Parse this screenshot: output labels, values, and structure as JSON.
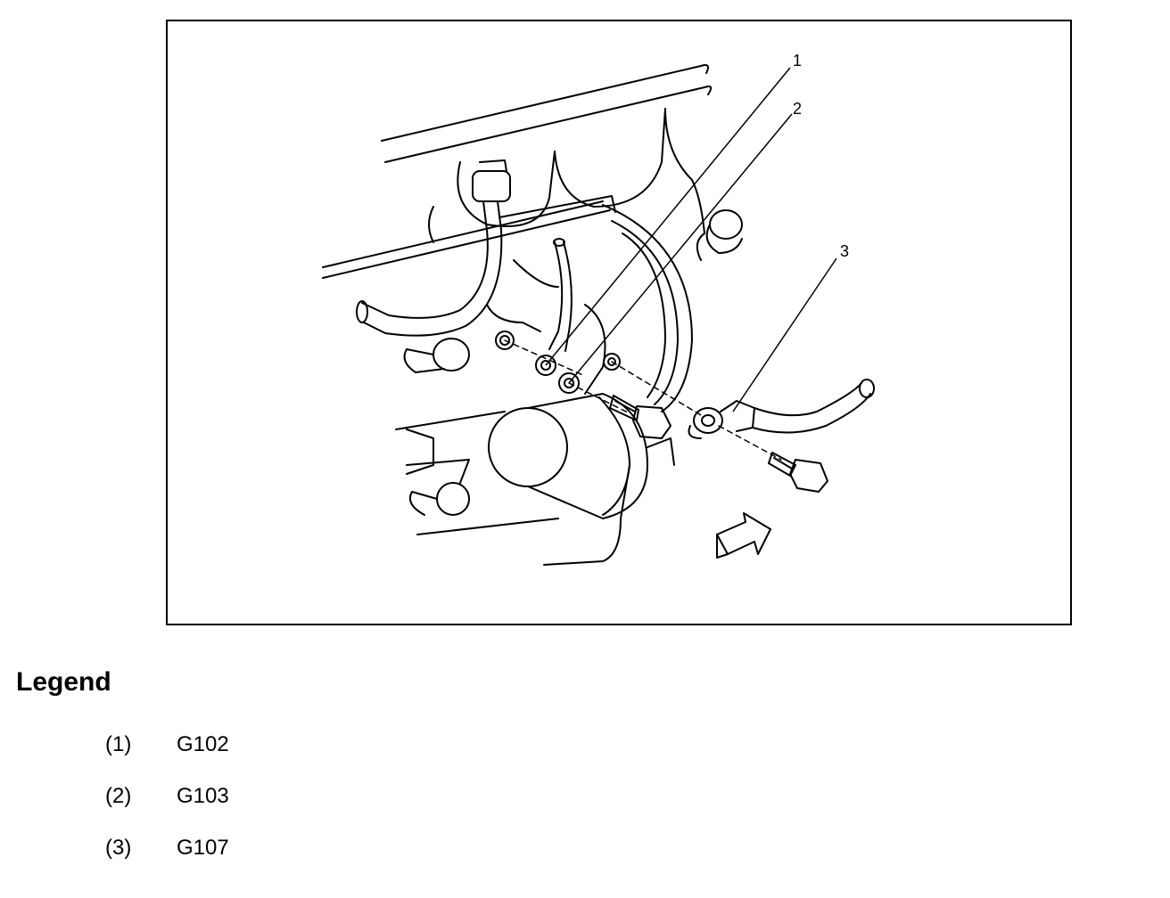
{
  "figure": {
    "callouts": [
      "1",
      "2",
      "3"
    ]
  },
  "legend": {
    "title": "Legend",
    "items": [
      {
        "number": "(1)",
        "code": "G102"
      },
      {
        "number": "(2)",
        "code": "G103"
      },
      {
        "number": "(3)",
        "code": "G107"
      }
    ]
  }
}
